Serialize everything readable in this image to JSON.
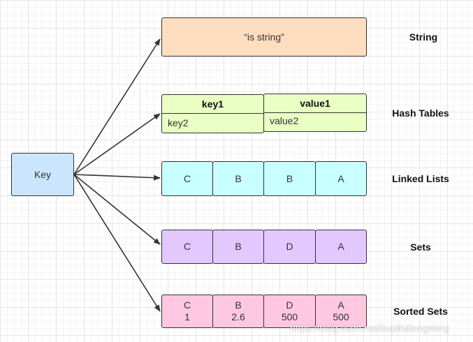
{
  "key_box": {
    "label": "Key"
  },
  "string": {
    "value": "“is string”",
    "label": "String"
  },
  "hash": {
    "label": "Hash Tables",
    "columns": [
      {
        "header": "key1",
        "value": "key2"
      },
      {
        "header": "value1",
        "value": "value2"
      }
    ]
  },
  "linked_list": {
    "label": "Linked Lists",
    "items": [
      "C",
      "B",
      "B",
      "A"
    ]
  },
  "sets": {
    "label": "Sets",
    "items": [
      "C",
      "B",
      "D",
      "A"
    ]
  },
  "sorted_sets": {
    "label": "Sorted Sets",
    "items": [
      {
        "member": "C",
        "score": "1"
      },
      {
        "member": "B",
        "score": "2.6"
      },
      {
        "member": "D",
        "score": "500"
      },
      {
        "member": "A",
        "score": "500"
      }
    ]
  },
  "watermark": "https://blog.csdn.net/buptfuliongming",
  "colors": {
    "key": "#cce5ff",
    "string": "#ffdec0",
    "hash": "#eaffc4",
    "list": "#c8ffff",
    "set": "#e2c8ff",
    "zset": "#ffc8e0",
    "stroke": "#333333"
  }
}
